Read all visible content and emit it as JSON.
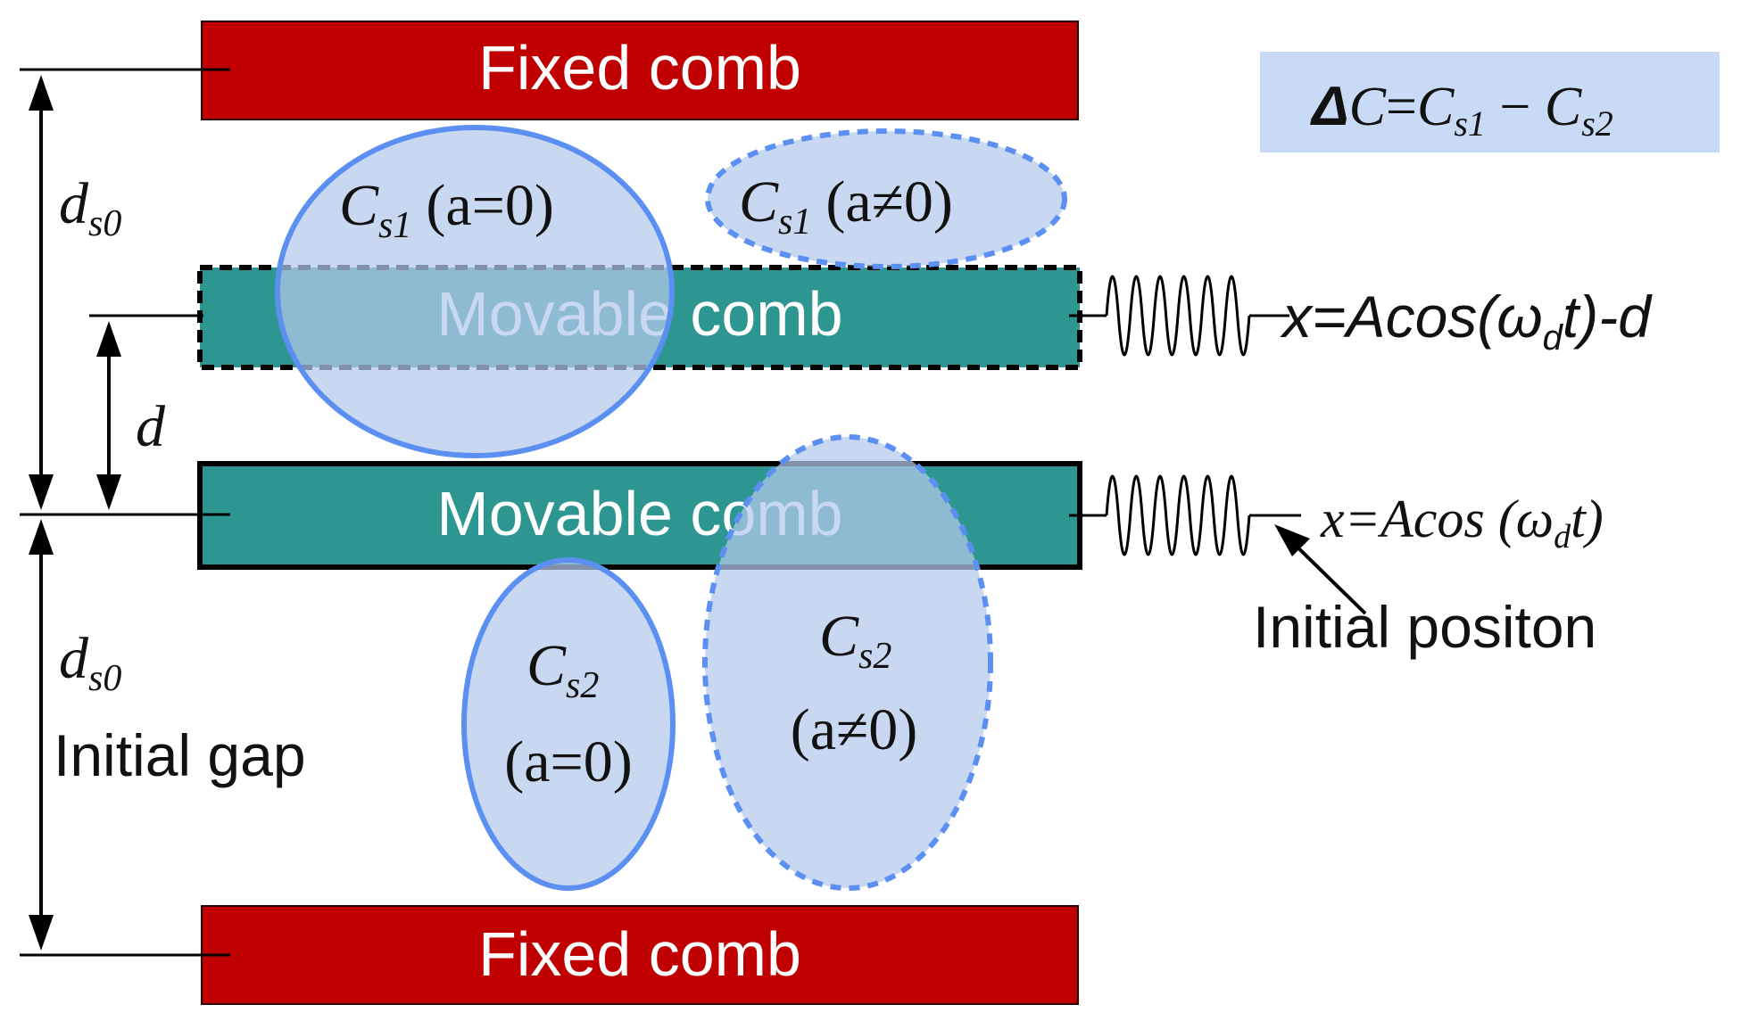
{
  "labels": {
    "fixed_top": "Fixed comb",
    "fixed_bottom": "Fixed comb",
    "movable_top": "Movable comb",
    "movable_bottom": "Movable comb",
    "initial_gap": "Initial gap",
    "initial_position": "Initial positon"
  },
  "equation_box": {
    "delta": "Δ",
    "c": "C",
    "eq": "=",
    "cs1": "C",
    "cs1_sub": "s1",
    "minus": " − ",
    "cs2": "C",
    "cs2_sub": "s2"
  },
  "capacitance": {
    "cs1_zero": {
      "c": "C",
      "sub": "s1",
      "cond": "(a=0)"
    },
    "cs1_nonzero": {
      "c": "C",
      "sub": "s1",
      "cond": "(a≠0)"
    },
    "cs2_zero": {
      "c": "C",
      "sub": "s2",
      "cond": "(a=0)"
    },
    "cs2_nonzero": {
      "c": "C",
      "sub": "s2",
      "cond": "(a≠0)"
    }
  },
  "dimensions": {
    "ds0_top": {
      "d": "d",
      "sub": "s0"
    },
    "ds0_bottom": {
      "d": "d",
      "sub": "s0"
    },
    "d": "d"
  },
  "motion": {
    "top": {
      "x_eq": "x=Acos(ω",
      "sub": "d",
      "tail": "t)-d"
    },
    "bottom": {
      "x_eq": "x=Acos (ω",
      "sub": "d",
      "tail": "t)"
    }
  },
  "colors": {
    "fixed_comb": "#c00000",
    "movable_comb": "#2e9690",
    "ellipse_fill": "#b4c9eb",
    "ellipse_stroke": "#5b8ff2",
    "equation_bg": "#c9daf6"
  }
}
